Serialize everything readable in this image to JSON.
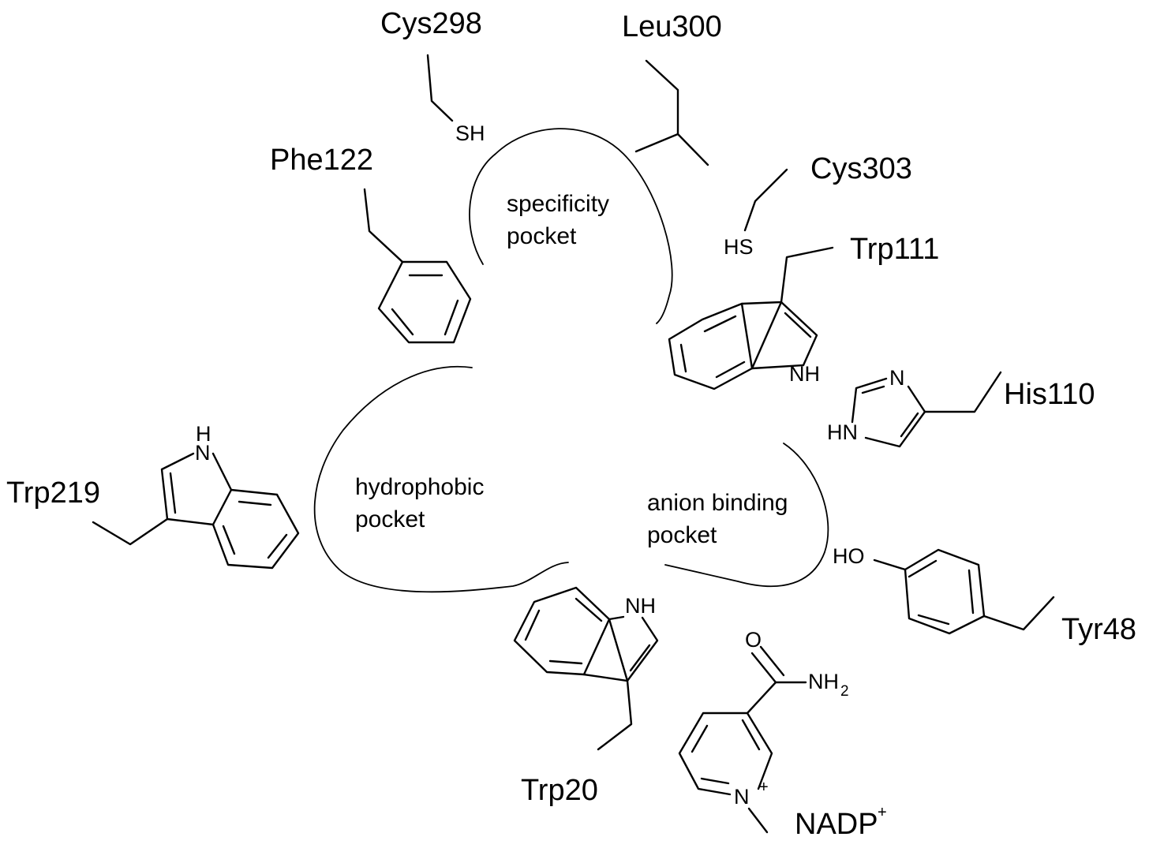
{
  "pockets": {
    "specificity": [
      "specificity",
      "pocket"
    ],
    "hydrophobic": [
      "hydrophobic",
      "pocket"
    ],
    "anion": [
      "anion binding",
      "pocket"
    ]
  },
  "residues": {
    "cys298": "Cys298",
    "leu300": "Leu300",
    "cys303": "Cys303",
    "phe122": "Phe122",
    "trp111": "Trp111",
    "his110": "His110",
    "trp219": "Trp219",
    "tyr48": "Tyr48",
    "trp20": "Trp20",
    "nadp": {
      "base": "NADP",
      "charge": "+"
    }
  },
  "atoms": {
    "cys298_sh": "SH",
    "cys303_hs": "HS",
    "trp111_nh": "NH",
    "his110_n": "N",
    "his110_hn": "HN",
    "trp219_h": "H",
    "trp219_n": "N",
    "tyr48_ho": "HO",
    "trp20_nh": "NH",
    "nadp_o": "O",
    "nadp_nh2": {
      "base": "NH",
      "subscript": "2"
    },
    "nadp_n": "N",
    "nadp_charge": "+"
  }
}
